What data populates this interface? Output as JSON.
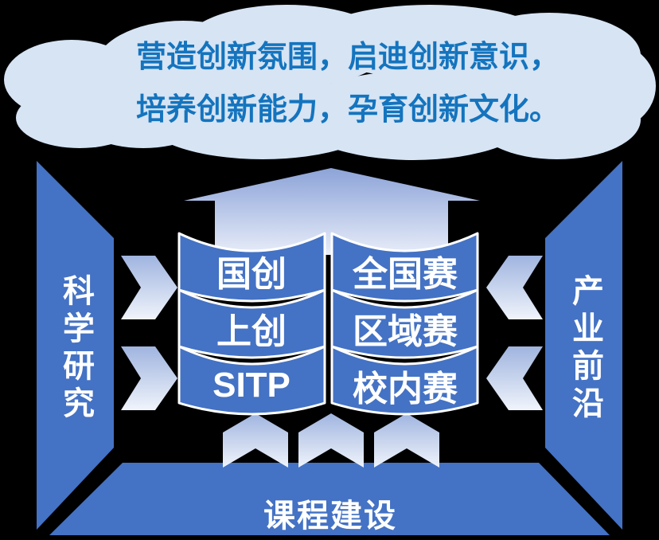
{
  "cloud": {
    "line1": "营造创新氛围，启迪创新意识，",
    "line2": "培养创新能力，孕育创新文化。"
  },
  "pillars": {
    "left": [
      "国创",
      "上创",
      "SITP"
    ],
    "right": [
      "全国赛",
      "区域赛",
      "校内赛"
    ]
  },
  "sides": {
    "left_label": "科学研究",
    "right_label": "产业前沿",
    "bottom_label": "课程建设"
  },
  "icons": {
    "up_arrow": "big-up-arrow-icon",
    "left_chevrons": "chevron-right-icon",
    "right_chevrons": "chevron-left-icon",
    "bottom_chevrons": "chevron-up-icon",
    "cloud": "cloud-shape"
  },
  "colors": {
    "primary_blue": "#4472C4",
    "cylinder_stroke": "#FFFFFF",
    "cloud_fill": "#D6E4F4",
    "cloud_text": "#1474BE",
    "arrow_gradient_top": "#8CA3D8",
    "arrow_gradient_bottom": "#E8EDF9",
    "chevron_gradient_top": "#9FB4DF",
    "chevron_gradient_bottom": "#F0F4FB",
    "label_text": "#FFFFFF",
    "background": "#000000"
  }
}
